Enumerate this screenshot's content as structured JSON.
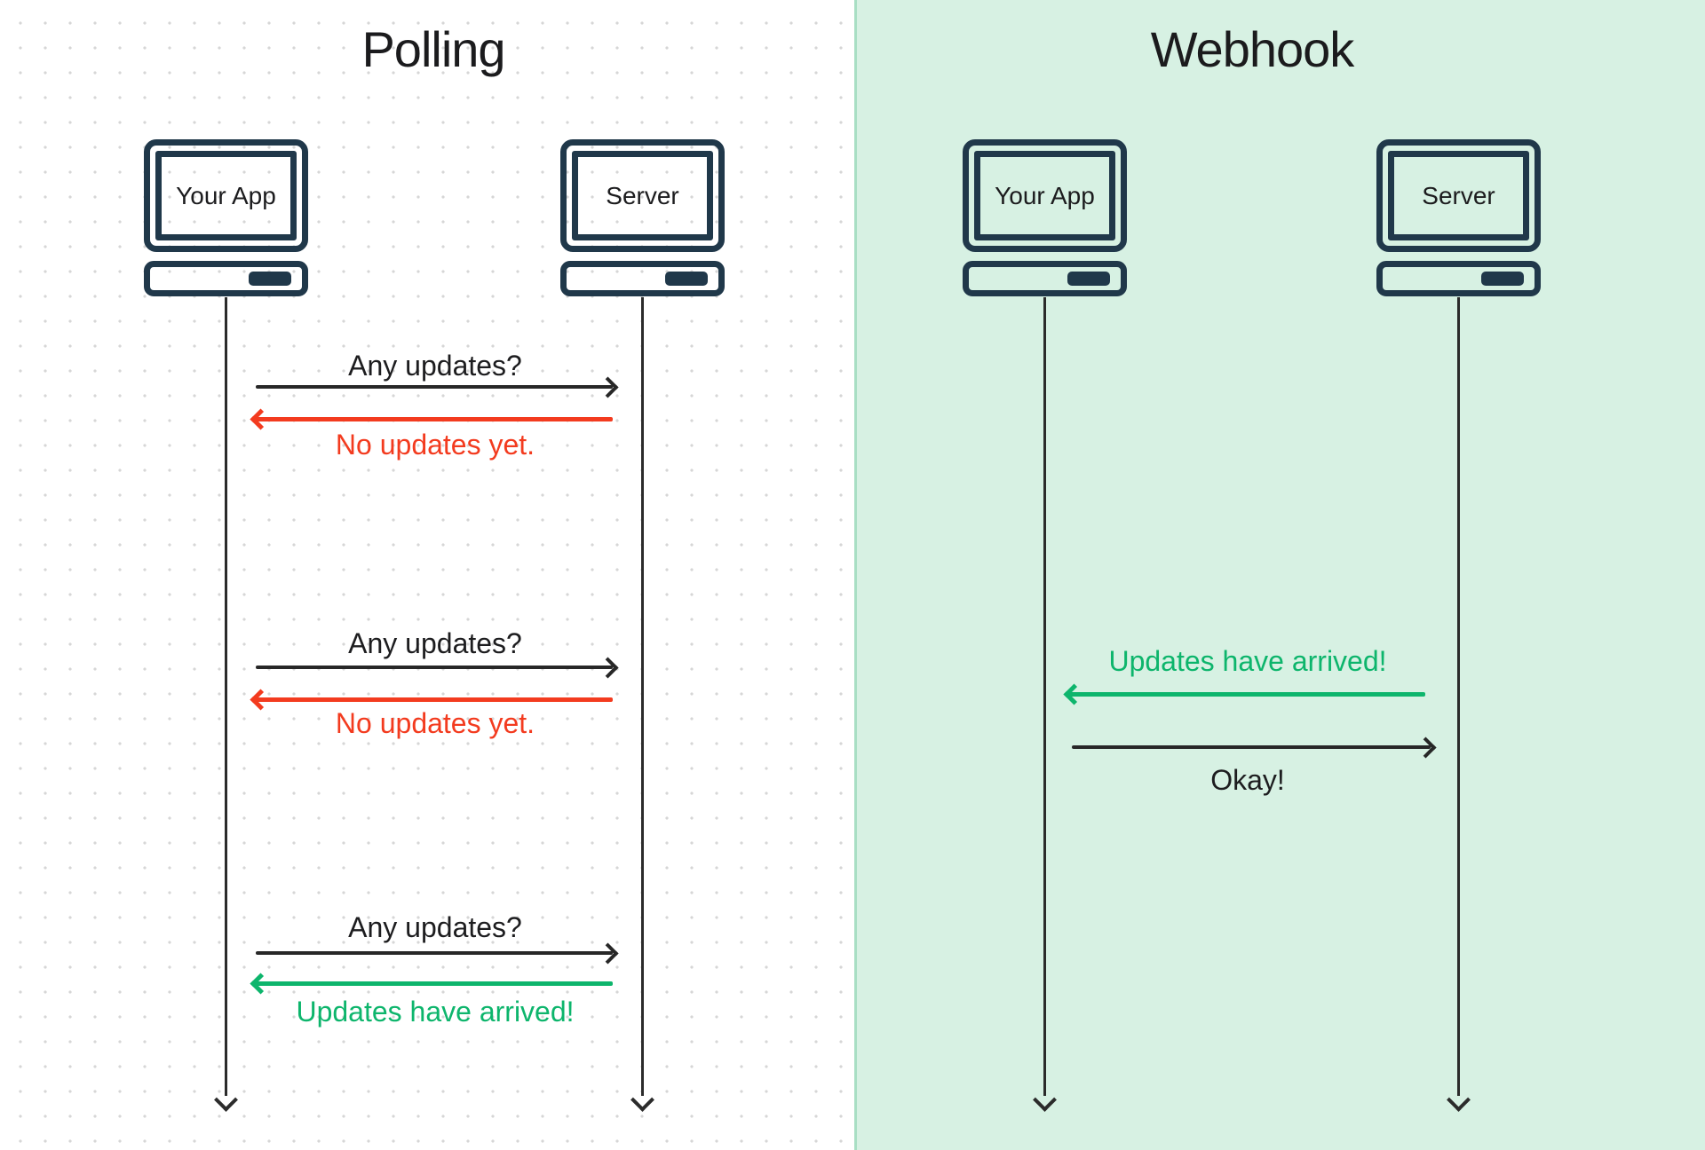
{
  "diagram": {
    "panels": [
      {
        "title": "Polling",
        "actors": [
          "Your App",
          "Server"
        ],
        "exchanges": [
          {
            "request": "Any updates?",
            "response": "No updates yet."
          },
          {
            "request": "Any updates?",
            "response": "No updates yet."
          },
          {
            "request": "Any updates?",
            "response": "Updates have arrived!"
          }
        ]
      },
      {
        "title": "Webhook",
        "actors": [
          "Your App",
          "Server"
        ],
        "exchanges": [
          {
            "notification": "Updates have arrived!",
            "ack": "Okay!"
          }
        ]
      }
    ],
    "colors": {
      "icon_navy": "#20384a",
      "text_dark": "#1d1d1f",
      "arrow_black": "#272727",
      "negative_red": "#f33b1f",
      "positive_green": "#0db56c",
      "webhook_panel_bg": "#d7f1e3",
      "polling_panel_bg": "#ffffff",
      "grid_dot": "#d6d6d6"
    }
  }
}
